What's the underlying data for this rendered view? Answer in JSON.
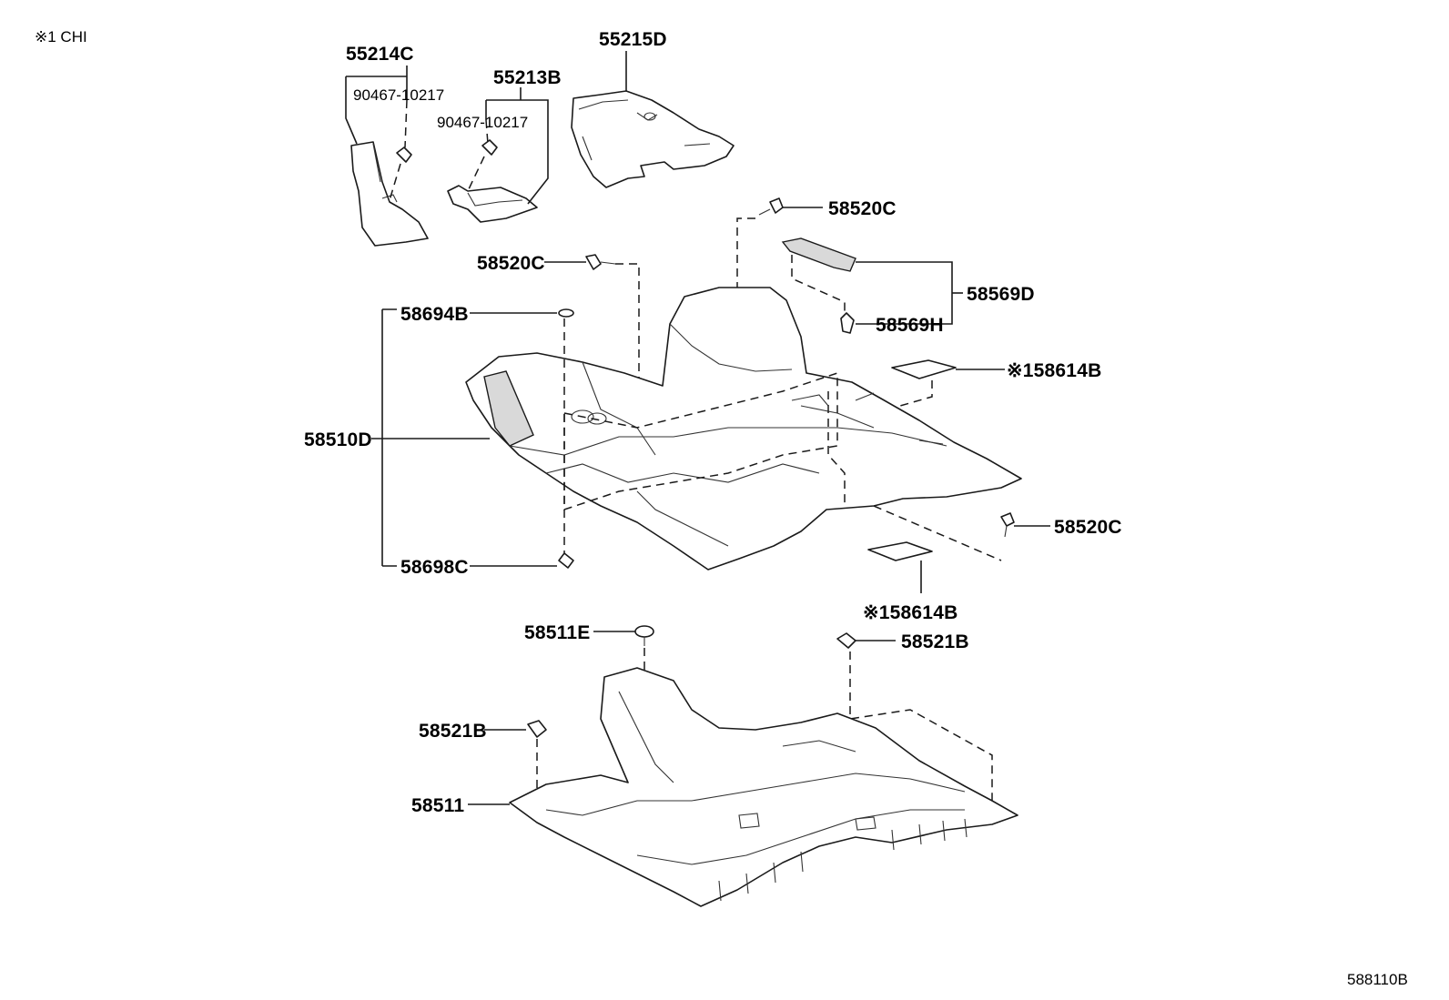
{
  "note": "※1 CHI",
  "diagram_id": "588110B",
  "callouts": {
    "p55214C": "55214C",
    "p55213B": "55213B",
    "p55215D": "55215D",
    "p90467a": "90467-10217",
    "p90467b": "90467-10217",
    "p58520C_top": "58520C",
    "p58520C_mid": "58520C",
    "p58520C_right": "58520C",
    "p58569D": "58569D",
    "p58569H": "58569H",
    "p58694B": "58694B",
    "p58614B_upper": "※158614B",
    "p58510D": "58510D",
    "p58698C": "58698C",
    "p58614B_lower": "※158614B",
    "p58511E": "58511E",
    "p58521B_right": "58521B",
    "p58521B_left": "58521B",
    "p58511": "58511"
  }
}
